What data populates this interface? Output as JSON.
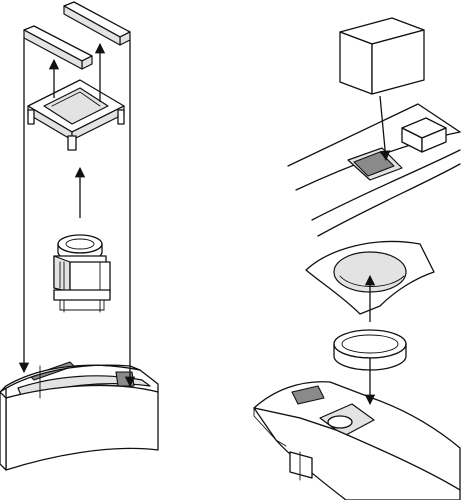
{
  "diagram": {
    "left_assembly": {
      "parts": [
        "top-rail-a",
        "top-rail-b",
        "mounting-frame",
        "cylinder-module",
        "base-housing"
      ]
    },
    "right_assembly": {
      "parts": [
        "cube-part",
        "panel-surface",
        "curved-plate",
        "ring-part",
        "curved-base-housing"
      ]
    },
    "colors": {
      "line": "#111111",
      "fill_light": "#e3e3e3",
      "fill_dark": "#8a8a8a",
      "background": "#ffffff"
    }
  }
}
